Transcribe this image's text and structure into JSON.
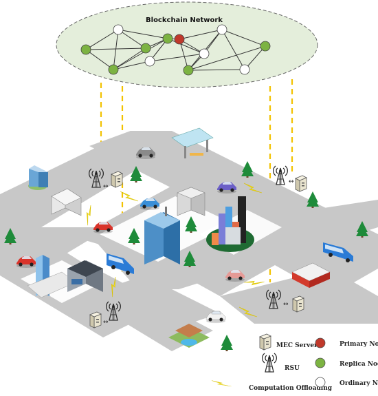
{
  "network": {
    "title": "Blockchain Network",
    "node_colors": {
      "primary": "#c0392b",
      "replica": "#7cb342",
      "ordinary": "#ffffff"
    },
    "nodes": [
      {
        "id": "n1",
        "role": "replica"
      },
      {
        "id": "n2",
        "role": "ordinary"
      },
      {
        "id": "n3",
        "role": "ordinary"
      },
      {
        "id": "n4",
        "role": "replica"
      },
      {
        "id": "n5",
        "role": "replica"
      },
      {
        "id": "n6",
        "role": "replica"
      },
      {
        "id": "n7",
        "role": "primary"
      },
      {
        "id": "n8",
        "role": "ordinary"
      },
      {
        "id": "n9",
        "role": "ordinary"
      },
      {
        "id": "n10",
        "role": "replica"
      },
      {
        "id": "n11",
        "role": "replica"
      },
      {
        "id": "n12",
        "role": "ordinary"
      }
    ],
    "edges": [
      [
        "n1",
        "n2"
      ],
      [
        "n1",
        "n5"
      ],
      [
        "n1",
        "n4"
      ],
      [
        "n2",
        "n4"
      ],
      [
        "n2",
        "n5"
      ],
      [
        "n2",
        "n6"
      ],
      [
        "n3",
        "n4"
      ],
      [
        "n3",
        "n6"
      ],
      [
        "n3",
        "n8"
      ],
      [
        "n4",
        "n5"
      ],
      [
        "n4",
        "n6"
      ],
      [
        "n5",
        "n6"
      ],
      [
        "n6",
        "n7"
      ],
      [
        "n6",
        "n8"
      ],
      [
        "n7",
        "n8"
      ],
      [
        "n7",
        "n9"
      ],
      [
        "n7",
        "n10"
      ],
      [
        "n8",
        "n10"
      ],
      [
        "n9",
        "n10"
      ],
      [
        "n9",
        "n11"
      ],
      [
        "n10",
        "n11"
      ],
      [
        "n10",
        "n12"
      ],
      [
        "n11",
        "n12"
      ],
      [
        "n9",
        "n12"
      ],
      [
        "n8",
        "n9"
      ],
      [
        "n6",
        "n3"
      ]
    ]
  },
  "legend": {
    "mec_server": "MEC Server",
    "rsu": "RSU",
    "computation_offloading": "Computation Offloading",
    "primary_node": "Primary Node",
    "replica_node": "Replica Node",
    "ordinary_node": "Ordinary Node"
  },
  "colors": {
    "road": "#c8c8c8",
    "ellipse": "#e4eedb",
    "link": "#f2c200",
    "lightning": "#f7e21a",
    "tree": "#1e8b3a",
    "car_red": "#d9342b",
    "car_blue": "#3a8fd8",
    "car_purple": "#6b5fc7",
    "car_pink": "#e59a96",
    "bus": "#2a7bd6"
  }
}
